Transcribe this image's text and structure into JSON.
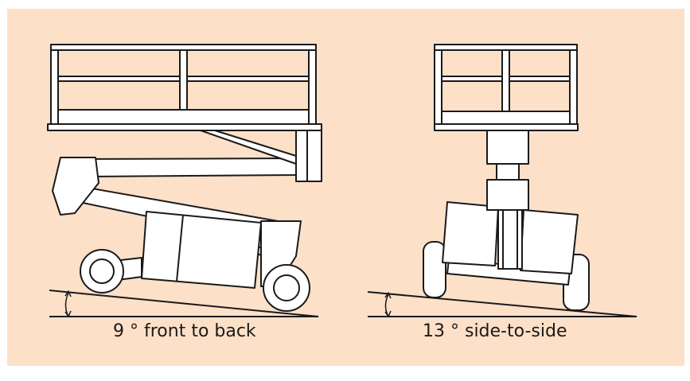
{
  "figure": {
    "left_caption": "9 ° front to back",
    "right_caption": "13 ° side-to-side"
  },
  "colors": {
    "background": "#fde0c8",
    "outline": "#1a1a1a",
    "fill": "#ffffff"
  },
  "slopes": {
    "front_to_back_degrees": 9,
    "side_to_side_degrees": 13
  }
}
